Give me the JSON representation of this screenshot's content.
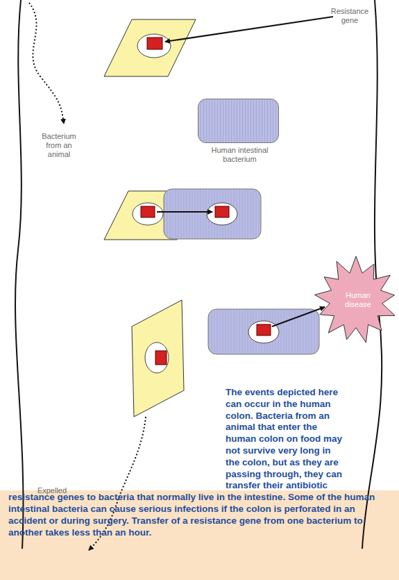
{
  "diagram": {
    "caption": "The events depicted here can occur in the human colon. Bacteria from an animal that enter the human colon on food may not survive very long in the colon, but as they are passing through, they can transfer their antibiotic resistance genes to bacteria that normally live in the intestine. Some of the human intestinal bacteria can cause serious infections if the colon is perforated in an accident or during surgery. Transfer of a resistance gene from one bacterium to another takes less than an hour.",
    "nodes": [
      {
        "text": [
          "Human intestinal bacterium"
        ]
      },
      {
        "text": [
          "Human disease"
        ]
      }
    ],
    "labels": [
      "Resistance gene",
      "Bacterium from an animal",
      "Expelled"
    ]
  }
}
